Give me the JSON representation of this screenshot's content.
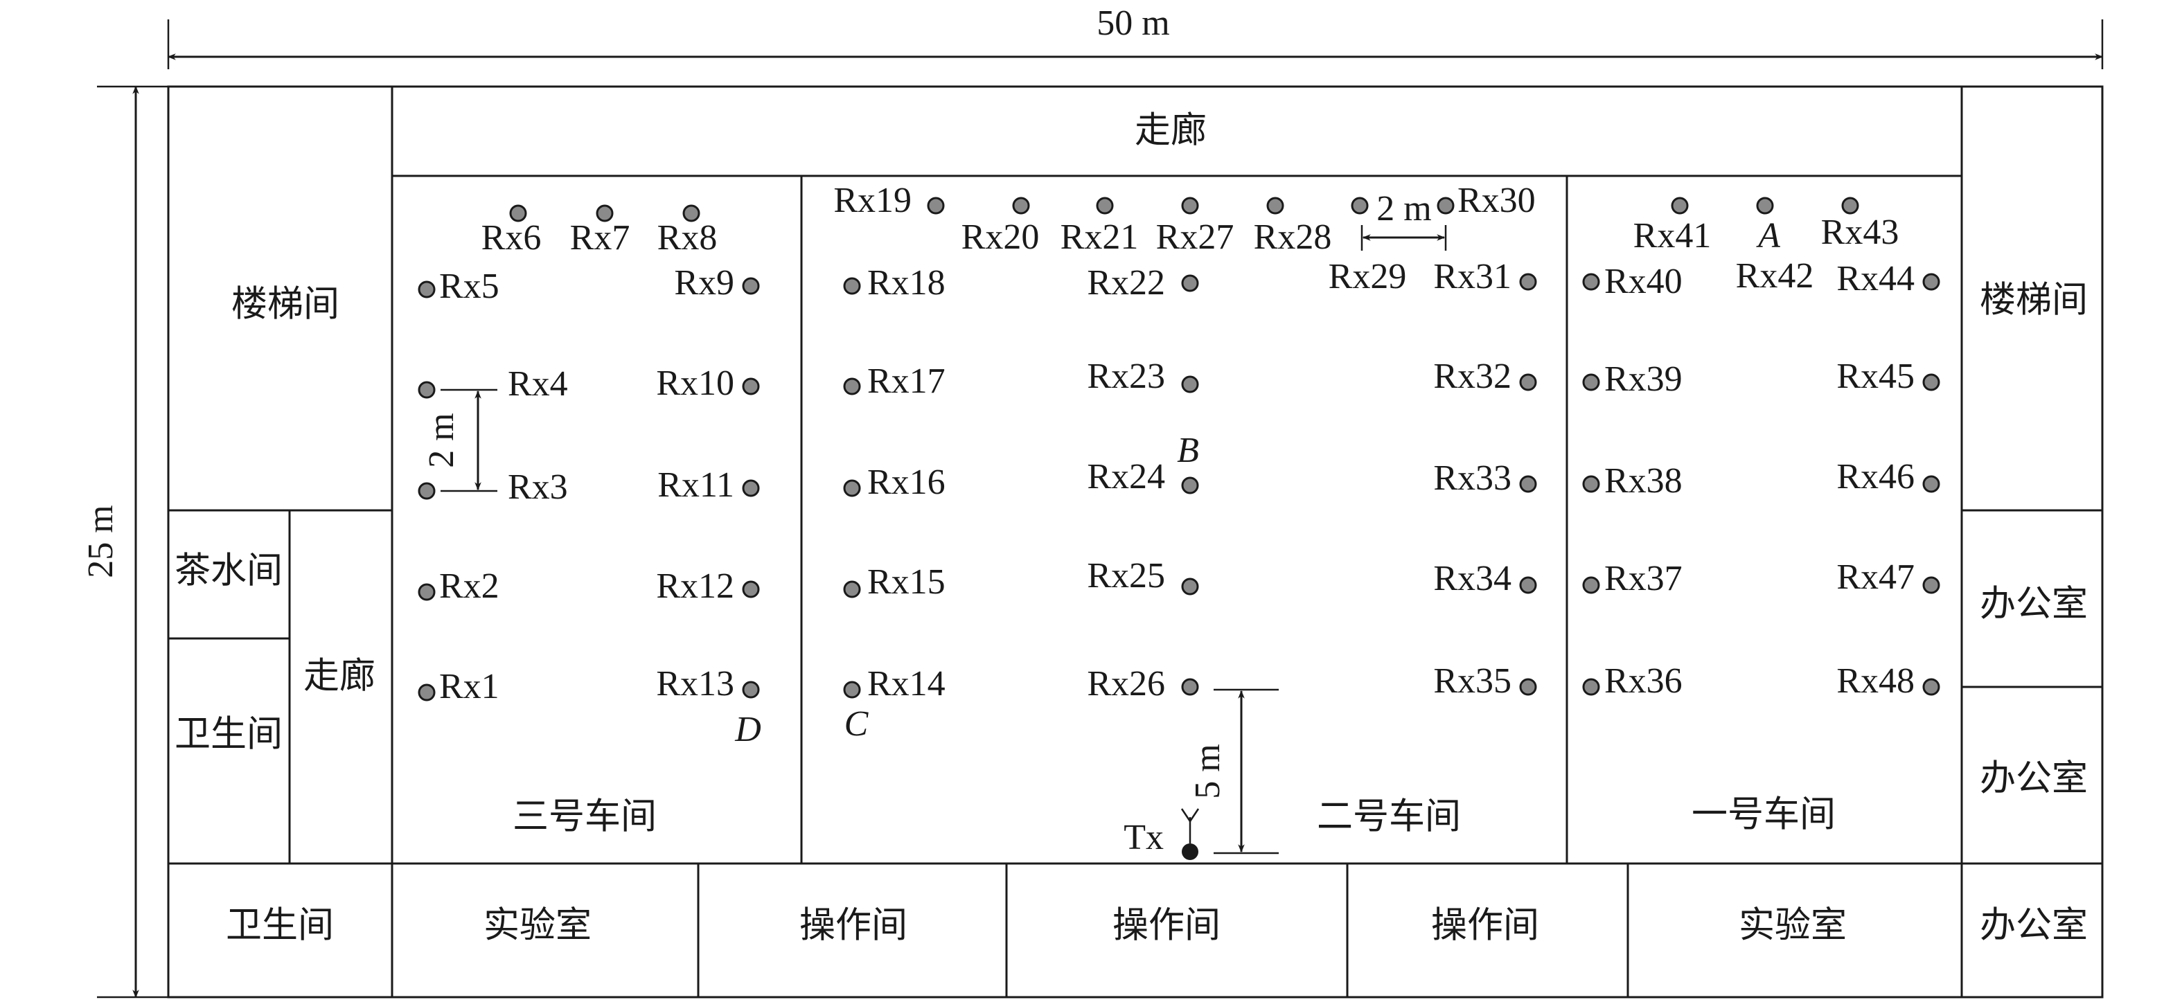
{
  "dimensions": {
    "width_label": "50 m",
    "height_label": "25 m",
    "spacing_h": "2 m",
    "spacing_v": "2 m",
    "tx_distance": "5 m"
  },
  "rooms": {
    "top_corridor": "走廊",
    "left_corridor": "走廊",
    "stair_left": "楼梯间",
    "stair_right": "楼梯间",
    "tea_room": "茶水间",
    "restroom_left": "卫生间",
    "restroom_bottom": "卫生间",
    "workshop3": "三号车间",
    "workshop2": "二号车间",
    "workshop1": "一号车间",
    "lab_left": "实验室",
    "lab_right": "实验室",
    "op1": "操作间",
    "op2": "操作间",
    "op3": "操作间",
    "office1": "办公室",
    "office2": "办公室",
    "office3": "办公室"
  },
  "points": {
    "A": "A",
    "B": "B",
    "C": "C",
    "D": "D"
  },
  "tx": {
    "label": "Tx"
  },
  "receivers": [
    "Rx1",
    "Rx2",
    "Rx3",
    "Rx4",
    "Rx5",
    "Rx6",
    "Rx7",
    "Rx8",
    "Rx9",
    "Rx10",
    "Rx11",
    "Rx12",
    "Rx13",
    "Rx14",
    "Rx15",
    "Rx16",
    "Rx17",
    "Rx18",
    "Rx19",
    "Rx20",
    "Rx21",
    "Rx22",
    "Rx23",
    "Rx24",
    "Rx25",
    "Rx26",
    "Rx27",
    "Rx28",
    "Rx29",
    "Rx30",
    "Rx31",
    "Rx32",
    "Rx33",
    "Rx34",
    "Rx35",
    "Rx36",
    "Rx37",
    "Rx38",
    "Rx39",
    "Rx40",
    "Rx41",
    "Rx42",
    "Rx43",
    "Rx44",
    "Rx45",
    "Rx46",
    "Rx47",
    "Rx48"
  ]
}
